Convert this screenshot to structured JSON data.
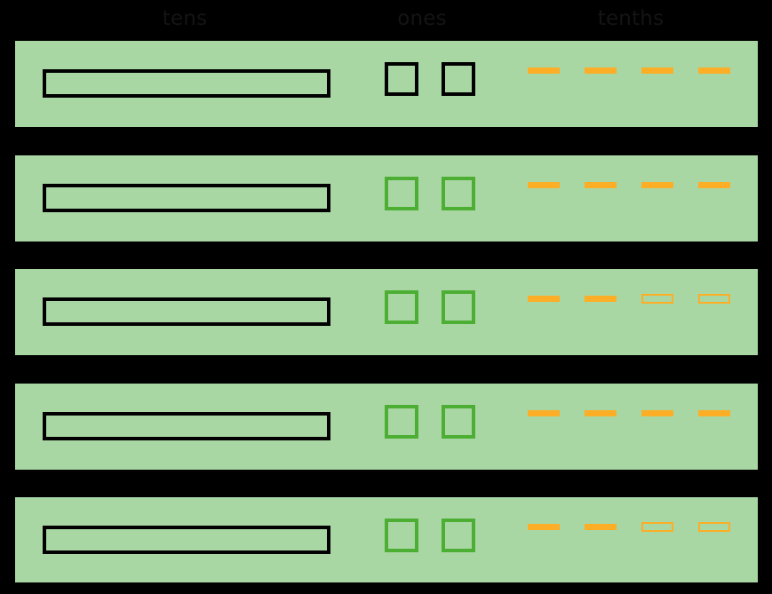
{
  "background_color": "#000000",
  "panel_color": "#a9d7a4",
  "outline_color": "#000000",
  "green_outline_color": "#4CAF34",
  "tenths_color": "#FBAE26",
  "heading_color": "#141414",
  "headers": {
    "tens": "tens",
    "ones": "ones",
    "tenths": "tenths"
  },
  "diagram": {
    "type": "place-value-blocks",
    "row_count": 5,
    "rows": [
      {
        "index": 1,
        "tens": {
          "count": 1,
          "style": "outline",
          "color": "#000000"
        },
        "ones": {
          "count": 2,
          "style": "outline",
          "color": "#000000"
        },
        "tenths": {
          "count": 4,
          "filled": 4,
          "hollow": 0,
          "color": "#FBAE26"
        }
      },
      {
        "index": 2,
        "tens": {
          "count": 1,
          "style": "outline",
          "color": "#000000"
        },
        "ones": {
          "count": 2,
          "style": "outline",
          "color": "#4CAF34"
        },
        "tenths": {
          "count": 4,
          "filled": 4,
          "hollow": 0,
          "color": "#FBAE26"
        }
      },
      {
        "index": 3,
        "tens": {
          "count": 1,
          "style": "outline",
          "color": "#000000"
        },
        "ones": {
          "count": 2,
          "style": "outline",
          "color": "#4CAF34"
        },
        "tenths": {
          "count": 4,
          "filled": 2,
          "hollow": 2,
          "color": "#FBAE26"
        }
      },
      {
        "index": 4,
        "tens": {
          "count": 1,
          "style": "outline",
          "color": "#000000"
        },
        "ones": {
          "count": 2,
          "style": "outline",
          "color": "#4CAF34"
        },
        "tenths": {
          "count": 4,
          "filled": 4,
          "hollow": 0,
          "color": "#FBAE26"
        }
      },
      {
        "index": 5,
        "tens": {
          "count": 1,
          "style": "outline",
          "color": "#000000"
        },
        "ones": {
          "count": 2,
          "style": "outline",
          "color": "#4CAF34"
        },
        "tenths": {
          "count": 4,
          "filled": 2,
          "hollow": 2,
          "color": "#FBAE26"
        }
      }
    ]
  }
}
